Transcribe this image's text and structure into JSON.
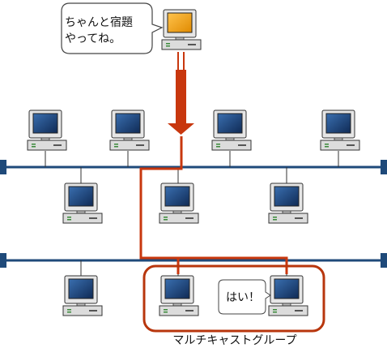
{
  "sender_message": [
    "ちゃんと宿題",
    "やってね。"
  ],
  "reply_message": "はい！",
  "group_label": "マルチキャストグループ",
  "colors": {
    "network_line": "#1f4a7a",
    "route_line": "#c8370e",
    "group_border": "#b8360d",
    "screen_active": "#f5a000",
    "screen_normal": "#1e3d73",
    "computer_body": "#d9d9d9"
  }
}
